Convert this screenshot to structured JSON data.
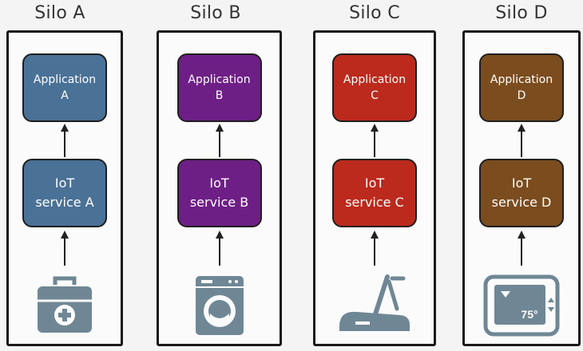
{
  "silos": [
    {
      "title": "Silo A",
      "app_line1": "Application",
      "app_line2": "A",
      "svc_line1": "IoT",
      "svc_line2": "service A",
      "color": "#4a7196",
      "device_icon": "medical-kit-icon"
    },
    {
      "title": "Silo B",
      "app_line1": "Application",
      "app_line2": "B",
      "svc_line1": "IoT",
      "svc_line2": "service B",
      "color": "#6e1f86",
      "device_icon": "washing-machine-icon"
    },
    {
      "title": "Silo C",
      "app_line1": "Application",
      "app_line2": "C",
      "svc_line1": "IoT",
      "svc_line2": "service C",
      "color": "#bb2a1c",
      "device_icon": "elliptical-trainer-icon"
    },
    {
      "title": "Silo D",
      "app_line1": "Application",
      "app_line2": "D",
      "svc_line1": "IoT",
      "svc_line2": "service D",
      "color": "#7b4c1e",
      "device_icon": "thermostat-icon"
    }
  ],
  "thermostat_reading": "75°"
}
